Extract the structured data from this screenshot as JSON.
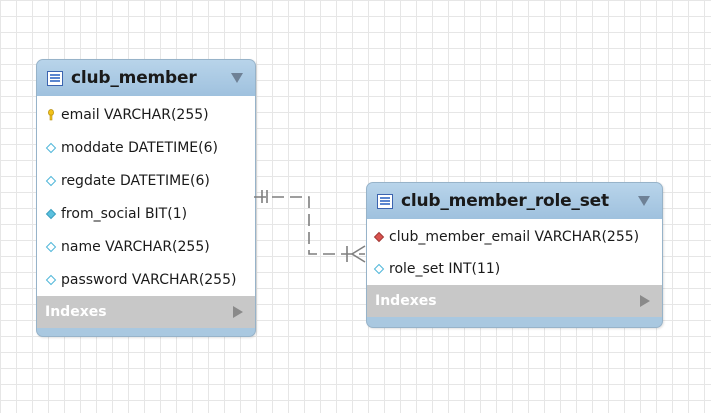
{
  "tables": [
    {
      "name": "club_member",
      "columns": [
        {
          "text": "email VARCHAR(255)",
          "icon": "primary-key-icon"
        },
        {
          "text": "moddate DATETIME(6)",
          "icon": "column-icon"
        },
        {
          "text": "regdate DATETIME(6)",
          "icon": "column-icon"
        },
        {
          "text": "from_social BIT(1)",
          "icon": "not-null-column-icon"
        },
        {
          "text": "name VARCHAR(255)",
          "icon": "column-icon"
        },
        {
          "text": "password VARCHAR(255)",
          "icon": "column-icon"
        }
      ],
      "indexes_label": "Indexes"
    },
    {
      "name": "club_member_role_set",
      "columns": [
        {
          "text": "club_member_email VARCHAR(255)",
          "icon": "foreign-key-icon"
        },
        {
          "text": "role_set INT(11)",
          "icon": "column-icon"
        }
      ],
      "indexes_label": "Indexes"
    }
  ],
  "relationship": {
    "from": "club_member",
    "to": "club_member_role_set",
    "type": "one-to-many",
    "style": "dashed"
  },
  "colors": {
    "header": "#a9c8e0",
    "indexes_bar": "#c8c8c8",
    "primary_key": "#f2c21a",
    "foreign_key": "#d9534f",
    "not_null_column": "#5bc0de",
    "column": "#ffffff",
    "relationship_line": "#7f7f7f"
  }
}
